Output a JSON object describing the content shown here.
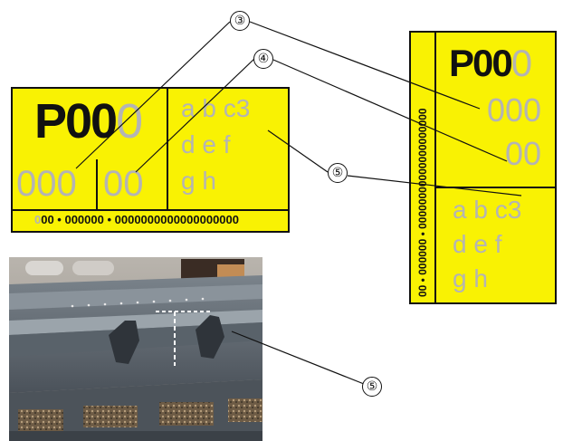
{
  "callouts": {
    "c3": "③",
    "c4": "④",
    "c5a": "⑤",
    "c5b": "⑤"
  },
  "label_left": {
    "code_black": "P00",
    "code_gray": "0",
    "left_digits": "000",
    "mid_digits": "00",
    "letters_row1": "a b c3",
    "letters_row2": "d e f",
    "letters_row3": "g h",
    "bottom_strip_gray": "0",
    "bottom_strip": "00 • 000000 • 0000000000000000000"
  },
  "label_right": {
    "code_black": "P00",
    "code_gray": "0",
    "row2": "000",
    "row3": "00",
    "letters_row1": "a b c3",
    "letters_row2": "d e f",
    "letters_row3": "g h",
    "side_strip": "00 • 000000 • 00000000000000000000"
  },
  "colors": {
    "label_yellow": "#f9f203",
    "gray_text": "#b4b4b4",
    "steel": "#5f6770"
  }
}
